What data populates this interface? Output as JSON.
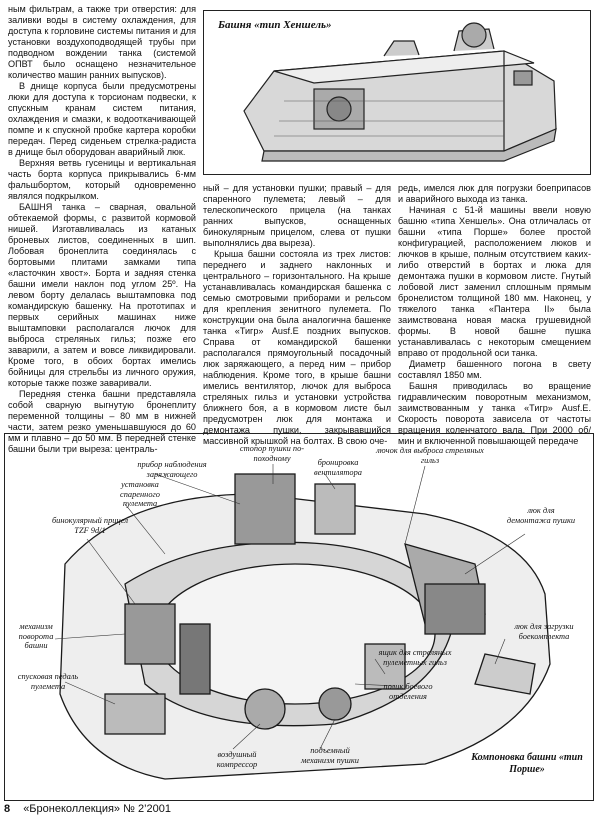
{
  "column1": {
    "paragraphs": [
      "ным фильтрам, а также три отверстия: для заливки воды в систему охлаждения, для доступа к горловине системы питания и для установки воздухоподводящей трубы при подводном вождении танка (системой ОПВТ было оснащено незначительное количество машин ранних выпусков).",
      "В днище корпуса были предусмотрены люки для доступа к торсионам подвески, к спускным кранам систем питания, охлаждения и смазки, к водоотк­ачивающей помпе и к спускной пробке картера коробки передач. Перед сиденьем стрелка-радиста в днище был оборудован аварийный люк.",
      "Верхняя ветвь гусеницы и вертикальная часть борта корпуса прикрывались 6-мм фальшбортом, который одновременно являлся подкрылком.",
      "БАШНЯ танка – сварная, овальной обтекаемой формы, с развитой кормовой нишей. Изготавливалась из катаных броневых листов, соединенных в шип. Лобовая бронеплита соединялась с бортовыми плитами замками типа «ласточкин хвост». Борта и задняя стенка башни имели наклон под углом 25º. На левом борту делалась выштамповка под командирскую башенку. На прототипах и первых серийных машинах ниже выштамповки располагался лючок для выброса стреляных гильз; позже его заварили, а затем и вовсе ликвидировали. Кроме того, в обоих бортах имелись бойницы для стрельбы из личного оружия, которые также позже заваривали.",
      "Передняя стенка башни представляла собой сварную выгнутую бронеплиту переменной толщины – 80 мм в нижней части, затем резко уменьшавшуюся до 60 мм и плавно – до 50 мм. В передней стенке башни были три выреза: централь-"
    ]
  },
  "column2": {
    "paragraphs": [
      "ный – для установки пушки; правый – для спаренного пулемета; левый – для телескопического прицела (на танках ранних выпусков, оснащенных бинокулярным прицелом, слева от пушки выполнялись два выреза).",
      "Крыша башни состояла из трех листов: переднего и заднего наклонных и центрального – горизонтального. На крыше устанавливалась командирская башенка с семью смотровыми приборами и рельсом для крепления зенитного пулемета. По конструкции она была аналогична башенке танка «Тигр» Ausf.E поздних выпусков. Справа от командирской башенки располагался прямоугольный посадочный люк заряжающего, а перед ним – прибор наблюдения. Кроме того, в крыше башни имелись вентилятор, лючок для выброса стреляных гильз и установки устройства ближнего боя, а в кормовом листе был предусмотрен люк для монтажа и демонтажа пушки, закрывавшийся массивной крышкой на болтах. В свою оче-"
    ]
  },
  "column3": {
    "paragraphs": [
      "редь, имелся люк для погрузки боеприпасов и аварийного выхода из танка.",
      "Начиная с 51-й машины ввели новую башню «типа Хеншель». Она отличалась от башни «типа Порше» более простой конфигурацией, расположением люков и лючков в крыше, полным отсутствием каких-либо отверстий в бортах и люка для демонтажа пушки в кормовом листе. Гнутый лобовой лист заменил сплошным прямым бронелистом толщиной 180 мм. Наконец, у тяжелого танка «Пантера II» была заимствована новая маска грушевидной формы. В новой башне пушка устанавливалась с некоторым смещением вправо от продольной оси танка.",
      "Диаметр башенного погона в свету составлял 1850 мм.",
      "Башня приводилась во вращение гидравлическим поворотным механизмом, заимствованным у танка «Тигр» Ausf.E. Скорость поворота зависела от частоты вращения коленчатого вала. При 2000 об/мин и включенной повышающей передаче"
    ]
  },
  "top_figure": {
    "caption": "Башня «тип Хеншель»"
  },
  "diagram": {
    "labels": {
      "zaryazh_pribor": "прибор наблюдения заряжающего",
      "stopor": "стопор пушки по-походному",
      "bron_vent": "бронировка вентилятора",
      "lyuchok_gilz": "лючок для выброса стреляных гильз",
      "sparen": "установка спаренного пулемета",
      "binokl": "бинокулярный прицел TZF 9d/1",
      "lyuk_demontazh": "люк для демонтажа пушки",
      "povorot": "механизм поворота башни",
      "pedal": "спусковая педаль пулемета",
      "yashchik": "ящик для стреляных пулеметных гильз",
      "polik": "полик боевого отделения",
      "lyuk_boekompl": "люк для загрузки боекомплекта",
      "kompressor": "воздушный компрессор",
      "podem": "подъемный механизм пушки",
      "title": "Компоновка башни «тип Порше»"
    }
  },
  "footer": {
    "page_number": "8",
    "magazine": "«Бронеколлекция» № 2’2001"
  }
}
